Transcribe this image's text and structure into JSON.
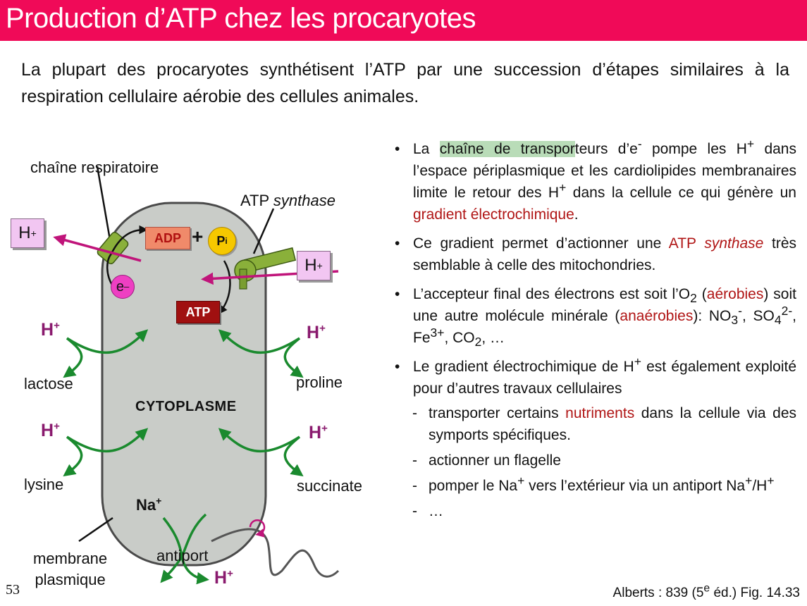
{
  "title": "Production d’ATP chez les procaryotes",
  "intro": "La plupart des procaryotes synthétisent l’ATP par une succession d’étapes similaires à la respiration cellulaire aérobie des cellules animales.",
  "diagram": {
    "labels": {
      "chain": "chaîne respiratoire",
      "atp_synthase_prefix": "ATP ",
      "atp_synthase_italic": "synthase",
      "lactose": "lactose",
      "proline": "proline",
      "lysine": "lysine",
      "succinate": "succinate",
      "cytoplasme": "CYTOPLASME",
      "membrane_line1": "membrane",
      "membrane_line2": "plasmique",
      "antiport": "antiport"
    },
    "adp": "ADP",
    "atp": "ATP",
    "plus": "+",
    "pi": "P",
    "pi_sub": "i",
    "electron": "e",
    "electron_sup": "–",
    "hplus": "H",
    "hplus_sup": "+",
    "na": "Na",
    "na_sup": "+",
    "colors": {
      "cell_fill": "#c9ccc8",
      "cell_stroke": "#4a4a4a",
      "arrow_green": "#1a8a2e",
      "arrow_magenta": "#c0147a",
      "hplus_text": "#8a1a6e",
      "hbox_fill": "#f2c6f2",
      "enzyme_green": "#8ab03a"
    }
  },
  "bullets": {
    "b1_pre": "La ",
    "b1_hl": "chaîne de transpor",
    "b1_mid1": "teurs d’e",
    "b1_sup": "-",
    "b1_mid2": " pompe les H",
    "b1_sup2": "+",
    "b1_mid3": " dans l’espace périplasmique et les cardiolipides membranaires limite le retour des H",
    "b1_sup3": "+",
    "b1_mid4": " dans la cellule ce qui génère un ",
    "b1_red": "gradient électrochimique",
    "b1_end": ".",
    "b2_pre": "Ce gradient permet d’actionner une ",
    "b2_red": "ATP ",
    "b2_red_italic": "synthase",
    "b2_end": " très semblable à celle des mitochondries.",
    "b3_pre": "L’accepteur final des électrons est soit l’O",
    "b3_sub1": "2",
    "b3_mid1": " (",
    "b3_red1": "aérobies",
    "b3_mid2": ") soit une autre molécule minérale (",
    "b3_red2": "anaérobies",
    "b3_mid3": "): NO",
    "b3_sub2": "3",
    "b3_sup2": "-",
    "b3_mid4": ", SO",
    "b3_sub3": "4",
    "b3_sup3": "2-",
    "b3_mid5": ", Fe",
    "b3_sup4": "3+",
    "b3_mid6": ", CO",
    "b3_sub4": "2",
    "b3_end": ", …",
    "b4_pre": "Le gradient électrochimique de H",
    "b4_sup": "+",
    "b4_end": " est également exploité pour d’autres travaux cellulaires",
    "s1_pre": "transporter certains ",
    "s1_red": "nutriments",
    "s1_end": " dans la cellule via des symports spécifiques.",
    "s2": "actionner un flagelle",
    "s3_pre": "pomper le Na",
    "s3_sup1": "+",
    "s3_mid": " vers l’extérieur via un antiport Na",
    "s3_sup2": "+",
    "s3_mid2": "/H",
    "s3_sup3": "+",
    "s4": "…"
  },
  "footer": {
    "slide_number": "53",
    "citation_pre": "Alberts : 839 (5",
    "citation_sup": "e",
    "citation_end": " éd.) Fig. 14.33"
  }
}
